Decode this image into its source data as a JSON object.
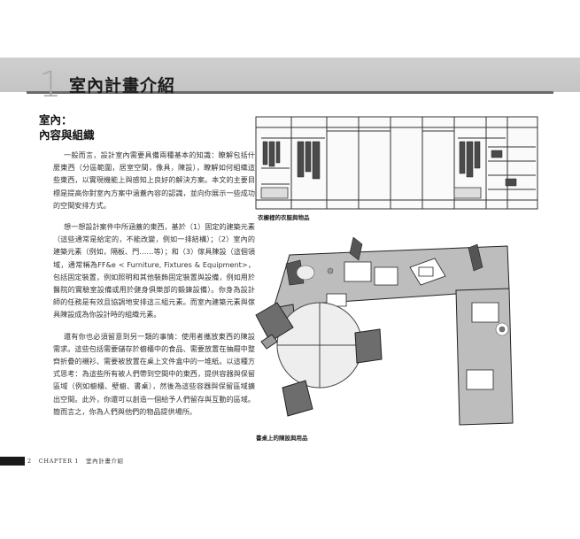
{
  "chapter": {
    "number": "1",
    "title": "室內計畫介紹"
  },
  "section": {
    "heading_line1": "室內：",
    "heading_line2": "內容與組織"
  },
  "body": {
    "paragraphs": [
      "一般而言，設計室內需要具備兩種基本的知識：瞭解包括什麼東西（分區範圍，居室空間，像具，陳設），瞭解如何組織這些東西，以實現機能上與感知上良好的解決方案。本文的主要目標是提高你對室內方案中涵蓋內容的認識，並向你展示一些成功的空間安排方式。",
      "想一想設計案件中所涵蓋的東西，基於（1）固定的建築元素（這些通常是給定的，不能改變，例如一排結構）；（2）室內的建築元素（例如，隔板、門……等）；和（3）傢具陳設（這個領域，通常稱為FF&e < Furniture, Fixtures & Equipment>，包括固定裝置，例如照明和其他裝飾固定裝置與設備，例如用於醫院的實驗室設備或用於健身俱樂部的鍛鍊設備）。你身為設計師的任務是有效且協調地安排這三組元素。而室內建築元素與傢具陳設成為你設計時的組織元素。",
      "還有你也必須留意到另一類的事情：使用者攜放東西的陳設需求。這些包括需要儲存於櫥櫃中的食品、需要放置在抽屜中整齊折疊的襯衫、需要被放置在桌上文件盒中的一堆紙。以這種方式思考：為這些所有被人們帶到空間中的東西，提供容器與保留區域（例如櫥櫃、壁櫥、書桌），然後為這些容器與保留區域擴出空間。此外，你還可以創造一個給予人們留存與互動的區域。簡而言之，你為人們與他們的物品提供場所。"
    ]
  },
  "figures": {
    "caption_wardrobe": "衣櫥裡的衣服與物品",
    "caption_desk": "書桌上的陳設與用品"
  },
  "footer": {
    "page_number": "2",
    "chapter_label": "CHAPTER 1",
    "chapter_title": "室內計畫介紹"
  }
}
